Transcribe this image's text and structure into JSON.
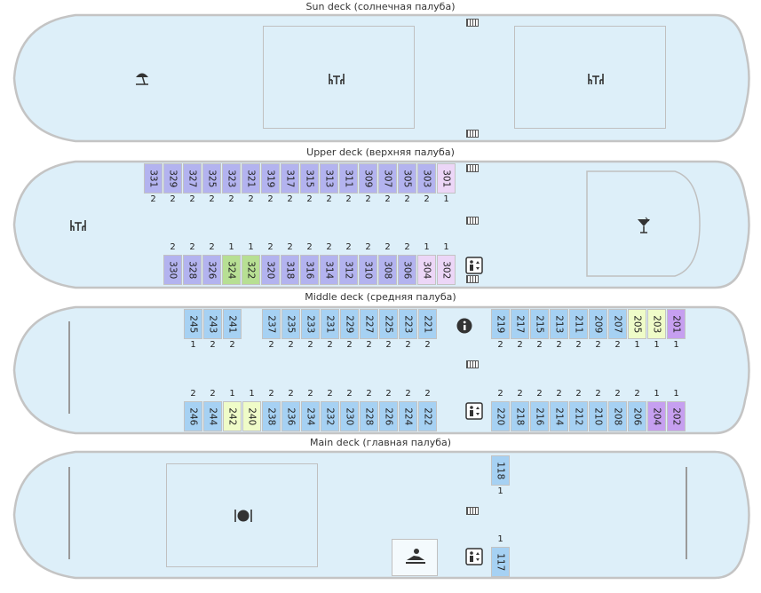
{
  "decks": {
    "sun": {
      "title": "Sun deck (солнечная палуба)"
    },
    "upper": {
      "title": "Upper deck (верхняя палуба)"
    },
    "middle": {
      "title": "Middle deck (средняя палуба)"
    },
    "main": {
      "title": "Main deck (главная палуба)"
    }
  },
  "colors": {
    "hull_fill": "#ddeff9",
    "hull_stroke": "#c4c4c4",
    "blue": "#a6d1f3",
    "lavender": "#b3b3ef",
    "pink": "#ecd6f7",
    "green": "#b7df93",
    "yellow": "#effcc8",
    "purple": "#c69ff0"
  },
  "icons": [
    "beach-umbrella-icon",
    "table-chairs-icon",
    "cocktail-icon",
    "info-icon",
    "elevator-icon",
    "restaurant-icon",
    "massage-icon",
    "stairs-icon"
  ],
  "cabins": {
    "upper_top": [
      {
        "num": "331",
        "berths": "2",
        "color": "lav"
      },
      {
        "num": "329",
        "berths": "2",
        "color": "lav"
      },
      {
        "num": "327",
        "berths": "2",
        "color": "lav"
      },
      {
        "num": "325",
        "berths": "2",
        "color": "lav"
      },
      {
        "num": "323",
        "berths": "2",
        "color": "lav"
      },
      {
        "num": "321",
        "berths": "2",
        "color": "lav"
      },
      {
        "num": "319",
        "berths": "2",
        "color": "lav"
      },
      {
        "num": "317",
        "berths": "2",
        "color": "lav"
      },
      {
        "num": "315",
        "berths": "2",
        "color": "lav"
      },
      {
        "num": "313",
        "berths": "2",
        "color": "lav"
      },
      {
        "num": "311",
        "berths": "2",
        "color": "lav"
      },
      {
        "num": "309",
        "berths": "2",
        "color": "lav"
      },
      {
        "num": "307",
        "berths": "2",
        "color": "lav"
      },
      {
        "num": "305",
        "berths": "2",
        "color": "lav"
      },
      {
        "num": "303",
        "berths": "2",
        "color": "lav"
      },
      {
        "num": "301",
        "berths": "1",
        "color": "pink"
      }
    ],
    "upper_bottom": [
      {
        "num": "330",
        "berths": "2",
        "color": "lav"
      },
      {
        "num": "328",
        "berths": "2",
        "color": "lav"
      },
      {
        "num": "326",
        "berths": "2",
        "color": "lav"
      },
      {
        "num": "324",
        "berths": "1",
        "color": "green"
      },
      {
        "num": "322",
        "berths": "1",
        "color": "green"
      },
      {
        "num": "320",
        "berths": "2",
        "color": "lav"
      },
      {
        "num": "318",
        "berths": "2",
        "color": "lav"
      },
      {
        "num": "316",
        "berths": "2",
        "color": "lav"
      },
      {
        "num": "314",
        "berths": "2",
        "color": "lav"
      },
      {
        "num": "312",
        "berths": "2",
        "color": "lav"
      },
      {
        "num": "310",
        "berths": "2",
        "color": "lav"
      },
      {
        "num": "308",
        "berths": "2",
        "color": "lav"
      },
      {
        "num": "306",
        "berths": "2",
        "color": "lav"
      },
      {
        "num": "304",
        "berths": "1",
        "color": "pink"
      },
      {
        "num": "302",
        "berths": "1",
        "color": "pink"
      }
    ],
    "middle_top_left": [
      {
        "num": "245",
        "berths": "1",
        "color": "blue"
      },
      {
        "num": "243",
        "berths": "2",
        "color": "blue"
      },
      {
        "num": "241",
        "berths": "2",
        "color": "blue"
      }
    ],
    "middle_top_center": [
      {
        "num": "237",
        "berths": "2",
        "color": "blue"
      },
      {
        "num": "235",
        "berths": "2",
        "color": "blue"
      },
      {
        "num": "233",
        "berths": "2",
        "color": "blue"
      },
      {
        "num": "231",
        "berths": "2",
        "color": "blue"
      },
      {
        "num": "229",
        "berths": "2",
        "color": "blue"
      },
      {
        "num": "227",
        "berths": "2",
        "color": "blue"
      },
      {
        "num": "225",
        "berths": "2",
        "color": "blue"
      },
      {
        "num": "223",
        "berths": "2",
        "color": "blue"
      },
      {
        "num": "221",
        "berths": "2",
        "color": "blue"
      }
    ],
    "middle_top_right": [
      {
        "num": "219",
        "berths": "2",
        "color": "blue"
      },
      {
        "num": "217",
        "berths": "2",
        "color": "blue"
      },
      {
        "num": "215",
        "berths": "2",
        "color": "blue"
      },
      {
        "num": "213",
        "berths": "2",
        "color": "blue"
      },
      {
        "num": "211",
        "berths": "2",
        "color": "blue"
      },
      {
        "num": "209",
        "berths": "2",
        "color": "blue"
      },
      {
        "num": "207",
        "berths": "2",
        "color": "blue"
      },
      {
        "num": "205",
        "berths": "1",
        "color": "yellow"
      },
      {
        "num": "203",
        "berths": "1",
        "color": "yellow"
      },
      {
        "num": "201",
        "berths": "1",
        "color": "purple"
      }
    ],
    "middle_bottom_left": [
      {
        "num": "246",
        "berths": "2",
        "color": "blue"
      },
      {
        "num": "244",
        "berths": "2",
        "color": "blue"
      },
      {
        "num": "242",
        "berths": "1",
        "color": "yellow"
      },
      {
        "num": "240",
        "berths": "1",
        "color": "yellow"
      },
      {
        "num": "238",
        "berths": "2",
        "color": "blue"
      },
      {
        "num": "236",
        "berths": "2",
        "color": "blue"
      },
      {
        "num": "234",
        "berths": "2",
        "color": "blue"
      },
      {
        "num": "232",
        "berths": "2",
        "color": "blue"
      },
      {
        "num": "230",
        "berths": "2",
        "color": "blue"
      },
      {
        "num": "228",
        "berths": "2",
        "color": "blue"
      },
      {
        "num": "226",
        "berths": "2",
        "color": "blue"
      },
      {
        "num": "224",
        "berths": "2",
        "color": "blue"
      },
      {
        "num": "222",
        "berths": "2",
        "color": "blue"
      }
    ],
    "middle_bottom_right": [
      {
        "num": "220",
        "berths": "2",
        "color": "blue"
      },
      {
        "num": "218",
        "berths": "2",
        "color": "blue"
      },
      {
        "num": "216",
        "berths": "2",
        "color": "blue"
      },
      {
        "num": "214",
        "berths": "2",
        "color": "blue"
      },
      {
        "num": "212",
        "berths": "2",
        "color": "blue"
      },
      {
        "num": "210",
        "berths": "2",
        "color": "blue"
      },
      {
        "num": "208",
        "berths": "2",
        "color": "blue"
      },
      {
        "num": "206",
        "berths": "2",
        "color": "blue"
      },
      {
        "num": "204",
        "berths": "1",
        "color": "purple"
      },
      {
        "num": "202",
        "berths": "1",
        "color": "purple"
      }
    ],
    "main_top": [
      {
        "num": "118",
        "berths": "1",
        "color": "blue"
      }
    ],
    "main_bottom": [
      {
        "num": "117",
        "berths": "1",
        "color": "blue"
      }
    ]
  }
}
